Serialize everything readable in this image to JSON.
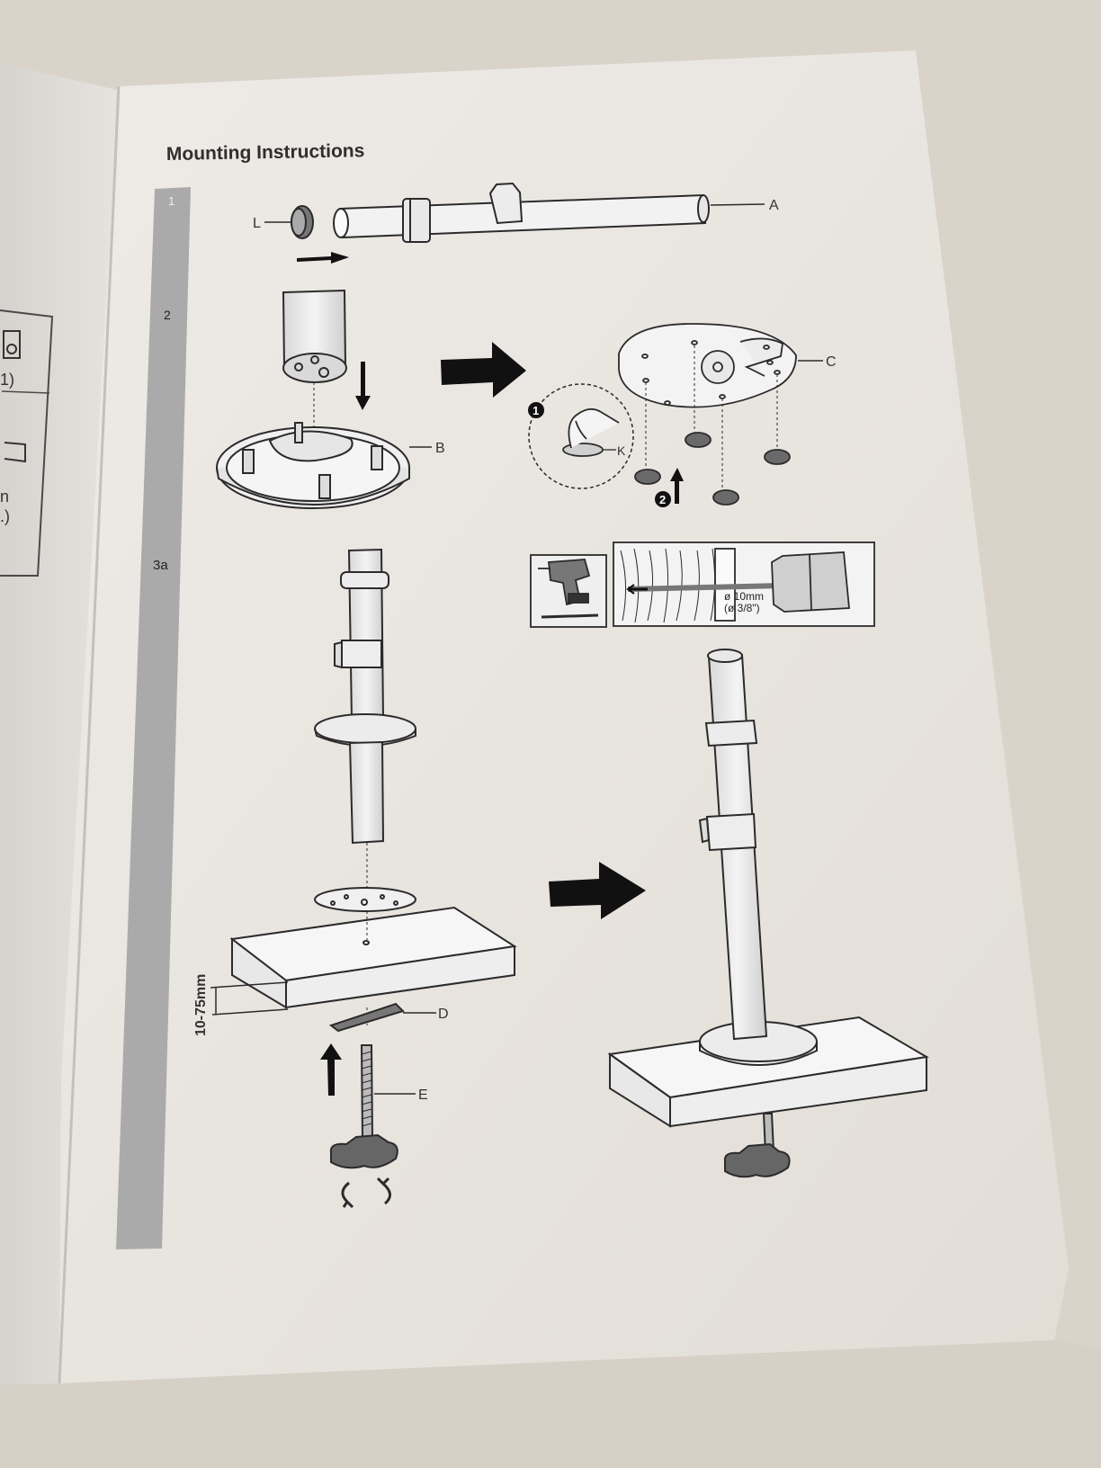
{
  "page": {
    "title": "Mounting Instructions",
    "steps": [
      "1",
      "2",
      "3a"
    ]
  },
  "left_page_fragments": [
    "1)",
    "n",
    ".)"
  ],
  "parts": {
    "A": "A",
    "B": "B",
    "C": "C",
    "D": "D",
    "E": "E",
    "K": "K",
    "L": "L"
  },
  "sub_steps": {
    "one": "1",
    "two": "2"
  },
  "drill": {
    "diameter_mm": "ø 10mm",
    "diameter_in": "(ø 3/8\")"
  },
  "desk_thickness": "10-75mm",
  "colors": {
    "paper": "#ebe8e3",
    "sidebar": "#a9a9a9",
    "line": "#2b2b2b",
    "fill_dark": "#555555",
    "background": "#d9d3ca"
  }
}
